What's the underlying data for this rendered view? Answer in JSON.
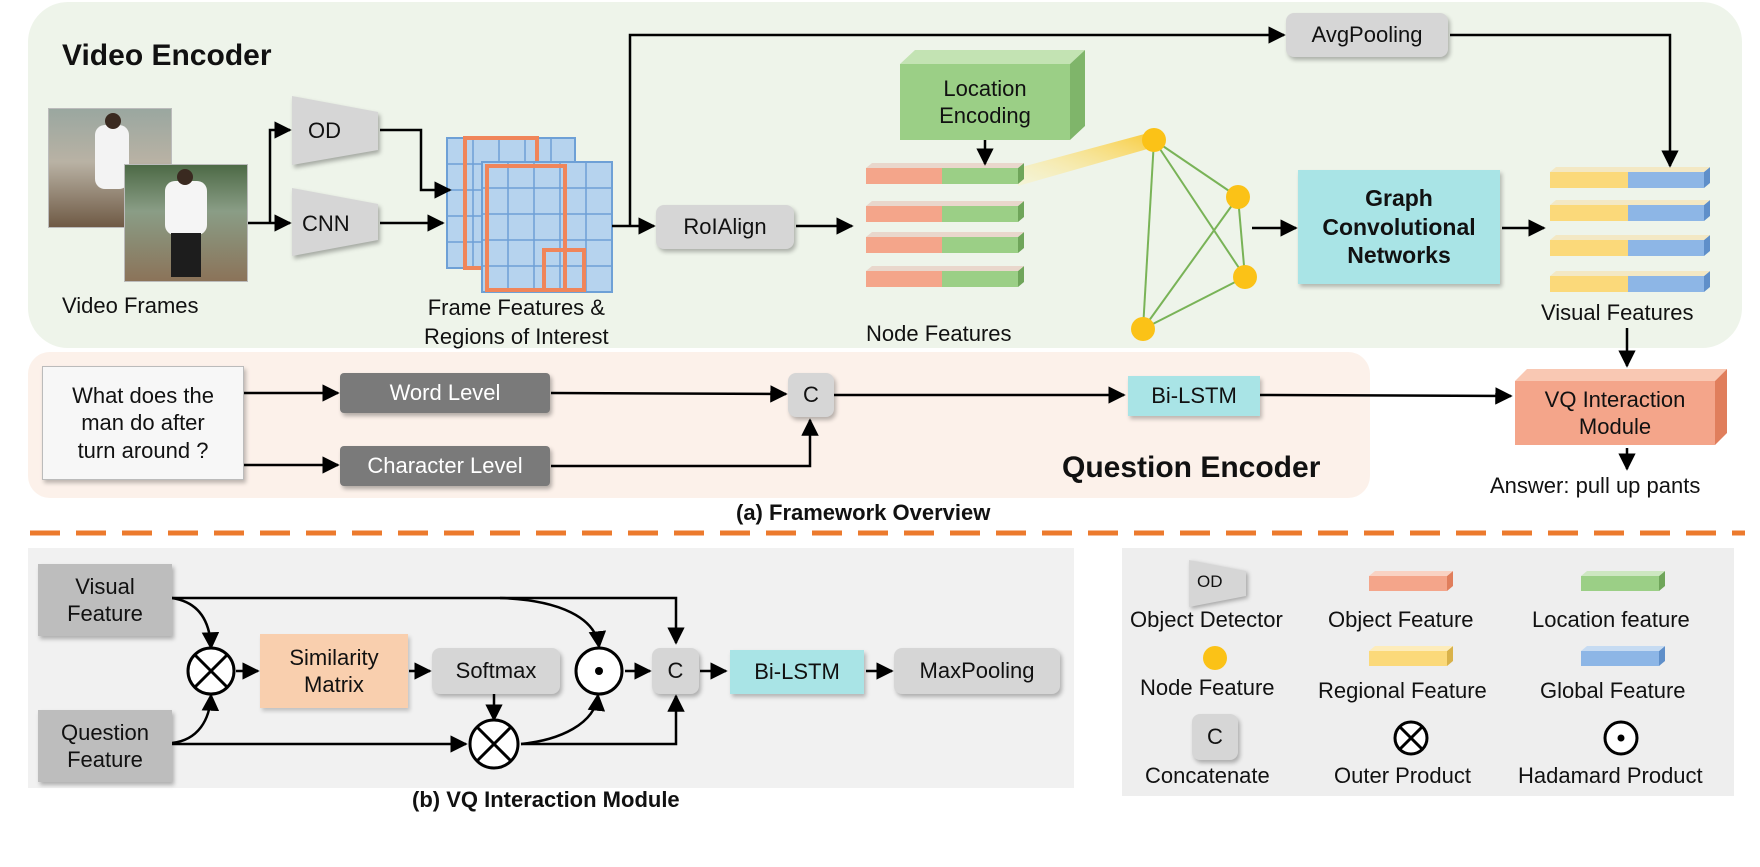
{
  "video_encoder": {
    "title": "Video Encoder",
    "video_frames_label": "Video Frames",
    "od_label": "OD",
    "cnn_label": "CNN",
    "frame_features_label_1": "Frame Features &",
    "frame_features_label_2": "Regions of Interest",
    "roialign_label": "RoIAlign",
    "avgpooling_label": "AvgPooling",
    "location_encoding_label_1": "Location",
    "location_encoding_label_2": "Encoding",
    "node_features_label": "Node Features",
    "gcn_label_1": "Graph",
    "gcn_label_2": "Convolutional",
    "gcn_label_3": "Networks",
    "visual_features_label": "Visual Features"
  },
  "question_encoder": {
    "title": "Question Encoder",
    "question_line_1": "What does the",
    "question_line_2": "man do after",
    "question_line_3": "turn around ?",
    "word_level_label": "Word Level",
    "character_level_label": "Character Level",
    "concat_label": "C",
    "bilstm_label": "Bi-LSTM"
  },
  "vq_module": {
    "label_1": "VQ Interaction",
    "label_2": "Module",
    "answer": "Answer: pull up pants"
  },
  "caption_a": "(a) Framework Overview",
  "interaction": {
    "visual_feature_1": "Visual",
    "visual_feature_2": "Feature",
    "question_feature_1": "Question",
    "question_feature_2": "Feature",
    "similarity_1": "Similarity",
    "similarity_2": "Matrix",
    "softmax": "Softmax",
    "concat": "C",
    "bilstm": "Bi-LSTM",
    "maxpooling": "MaxPooling",
    "caption_b": "(b) VQ Interaction Module"
  },
  "legend": {
    "od_icon_text": "OD",
    "object_detector": "Object Detector",
    "object_feature": "Object Feature",
    "location_feature": "Location feature",
    "node_feature": "Node Feature",
    "regional_feature": "Regional Feature",
    "global_feature": "Global Feature",
    "concat_icon_text": "C",
    "concatenate": "Concatenate",
    "outer_product": "Outer Product",
    "hadamard_product": "Hadamard Product"
  },
  "colors": {
    "video_panel": "#eef4ea",
    "question_panel": "#fcf1ea",
    "object_feature": "#f4a58a",
    "location_feature": "#9bcf86",
    "regional_feature": "#fbd97a",
    "global_feature": "#8db6e6",
    "node": "#fbc217",
    "gcn": "#a9e4e6",
    "vq_module": "#f4a58a",
    "similarity": "#f9cfae",
    "divider": "#ec7a2d"
  }
}
